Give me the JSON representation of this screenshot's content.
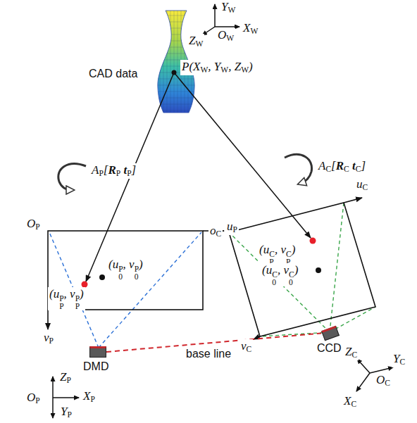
{
  "diagram": {
    "nodes": [
      {
        "text": [
          "CAD data",
          "P(XW, YW, ZW)"
        ]
      },
      {
        "text": [
          "DMD"
        ]
      },
      {
        "text": [
          "CCD"
        ]
      }
    ],
    "edges": [
      {
        "from": 1,
        "to": 2,
        "arrow": "none",
        "label": "base line"
      }
    ],
    "labels": [
      "YW",
      "OW",
      "ZW",
      "XW",
      "AP[RP tP]",
      "AC[RC tC]",
      "OP",
      "uP",
      "vP",
      "(uPP, vPP)",
      "(u0P, v0P)",
      "oC",
      "uC",
      "vC",
      "(uPC, vPC)",
      "(u0C, v0C)",
      "ZP",
      "OP",
      "XP",
      "YP",
      "ZC",
      "YC",
      "OC",
      "XC"
    ]
  }
}
